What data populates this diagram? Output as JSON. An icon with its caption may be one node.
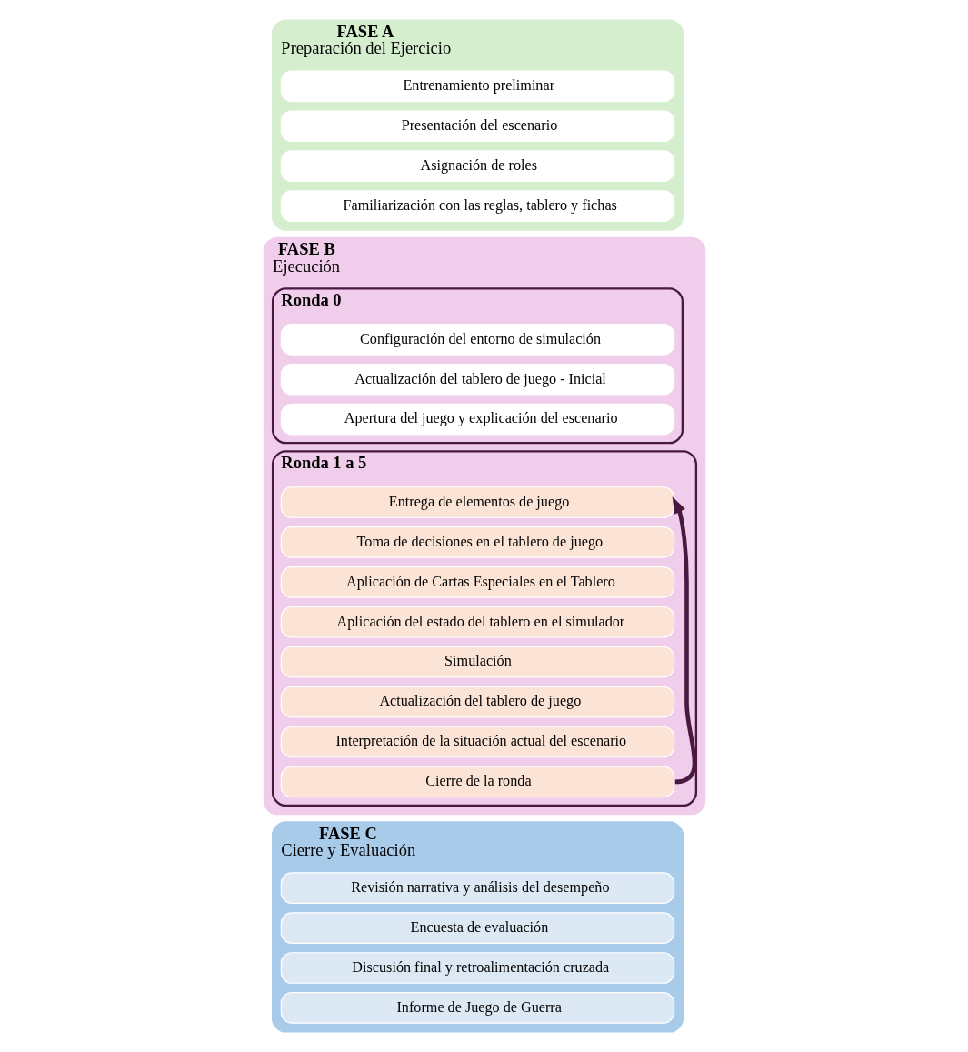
{
  "diagram": {
    "nodes": [
      {
        "text": [
          "FASE A",
          "Preparación del Ejercicio"
        ]
      },
      {
        "text": [
          "Entrenamiento preliminar"
        ],
        "in": 0
      },
      {
        "text": [
          "Presentación del escenario"
        ],
        "in": 0
      },
      {
        "text": [
          "Asignación de roles"
        ],
        "in": 0
      },
      {
        "text": [
          "Familiarización con las reglas, tablero y fichas"
        ],
        "in": 0
      },
      {
        "text": [
          "FASE B",
          "Ejecución"
        ]
      },
      {
        "text": [
          "Ronda 0"
        ],
        "in": 5
      },
      {
        "text": [
          "Configuración del entorno de simulación"
        ],
        "in": 6
      },
      {
        "text": [
          "Actualización del tablero de juego - Inicial"
        ],
        "in": 6
      },
      {
        "text": [
          "Apertura del juego y explicación del escenario"
        ],
        "in": 6
      },
      {
        "text": [
          "Ronda 1 a 5"
        ],
        "in": 5
      },
      {
        "text": [
          "Entrega de elementos de juego"
        ],
        "in": 10
      },
      {
        "text": [
          "Toma de decisiones en el tablero de juego"
        ],
        "in": 10
      },
      {
        "text": [
          "Aplicación de Cartas Especiales en el Tablero"
        ],
        "in": 10
      },
      {
        "text": [
          "Aplicación del estado del tablero en el simulador"
        ],
        "in": 10
      },
      {
        "text": [
          "Simulación"
        ],
        "in": 10
      },
      {
        "text": [
          "Actualización del tablero de juego"
        ],
        "in": 10
      },
      {
        "text": [
          "Interpretación de la situación actual del escenario"
        ],
        "in": 10
      },
      {
        "text": [
          "Cierre de la ronda"
        ],
        "in": 10
      },
      {
        "text": [
          "FASE C",
          "Cierre y Evaluación"
        ]
      },
      {
        "text": [
          "Revisión narrativa y análisis del desempeño"
        ],
        "in": 19
      },
      {
        "text": [
          "Encuesta de evaluación"
        ],
        "in": 19
      },
      {
        "text": [
          "Discusión final y retroalimentación cruzada"
        ],
        "in": 19
      },
      {
        "text": [
          "Informe de Juego de Guerra"
        ],
        "in": 19
      }
    ],
    "edges": [
      {
        "from": 18,
        "to": 11,
        "arrow": "to",
        "color": "#4a1942"
      }
    ]
  }
}
